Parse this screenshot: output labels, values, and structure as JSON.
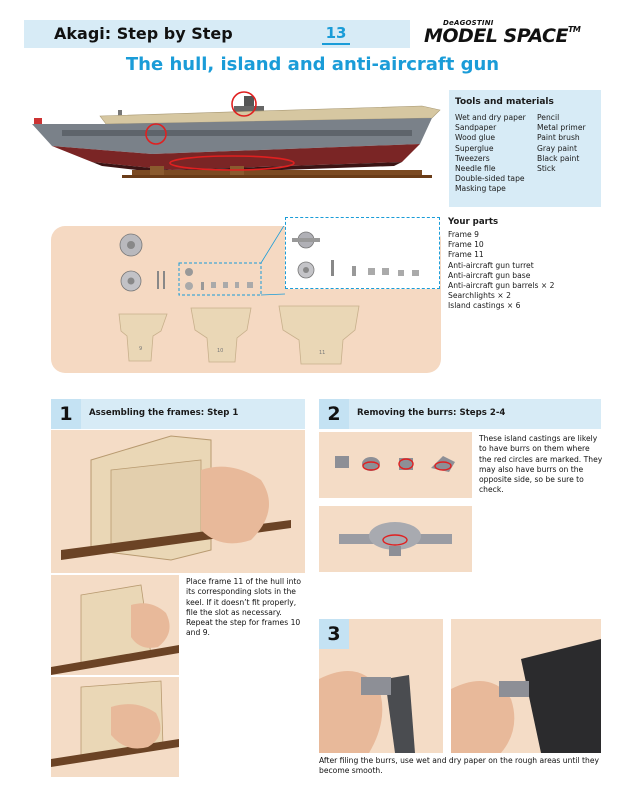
{
  "header": {
    "series_title": "Akagi: Step by Step",
    "issue_number": "13",
    "brand_small": "DeAGOSTINI",
    "brand_name": "MODEL SPACE",
    "brand_tm": "TM"
  },
  "page_title": "The hull, island and anti-aircraft gun",
  "tools": {
    "heading": "Tools and materials",
    "left": [
      "Wet and dry paper",
      "Sandpaper",
      "Wood glue",
      "Superglue",
      "Tweezers",
      "Needle file",
      "Double-sided tape",
      "Masking tape"
    ],
    "right": [
      "Pencil",
      "Metal primer",
      "Paint brush",
      "Gray paint",
      "Black paint",
      "Stick"
    ]
  },
  "parts": {
    "heading": "Your parts",
    "items": [
      "Frame 9",
      "Frame 10",
      "Frame 11",
      "Anti-aircraft gun turret",
      "Anti-aircraft gun base",
      "Anti-aircraft gun barrels × 2",
      "Searchlights × 2",
      "Island castings × 6"
    ],
    "frame_labels": [
      "9",
      "10",
      "11"
    ]
  },
  "steps": [
    {
      "number": "1",
      "title": "Assembling the frames: Step 1",
      "caption": "Place frame 11 of the hull into its corresponding slots in the keel. If it doesn’t fit properly, file the slot as necessary. Repeat the step for frames 10 and 9."
    },
    {
      "number": "2",
      "title": "Removing the burrs: Steps 2-4",
      "caption": "These island castings are likely to have burrs on them where the red circles are marked. They may also have burrs on the opposite side, so be sure to check."
    },
    {
      "number": "3",
      "caption": "After filing the burrs, use wet and dry paper on the rough areas until they become smooth."
    }
  ],
  "colors": {
    "accent": "#1a9cd8",
    "panel": "#d7ebf6",
    "photo_bg": "#f4dcc6",
    "highlight": "#e02020"
  }
}
